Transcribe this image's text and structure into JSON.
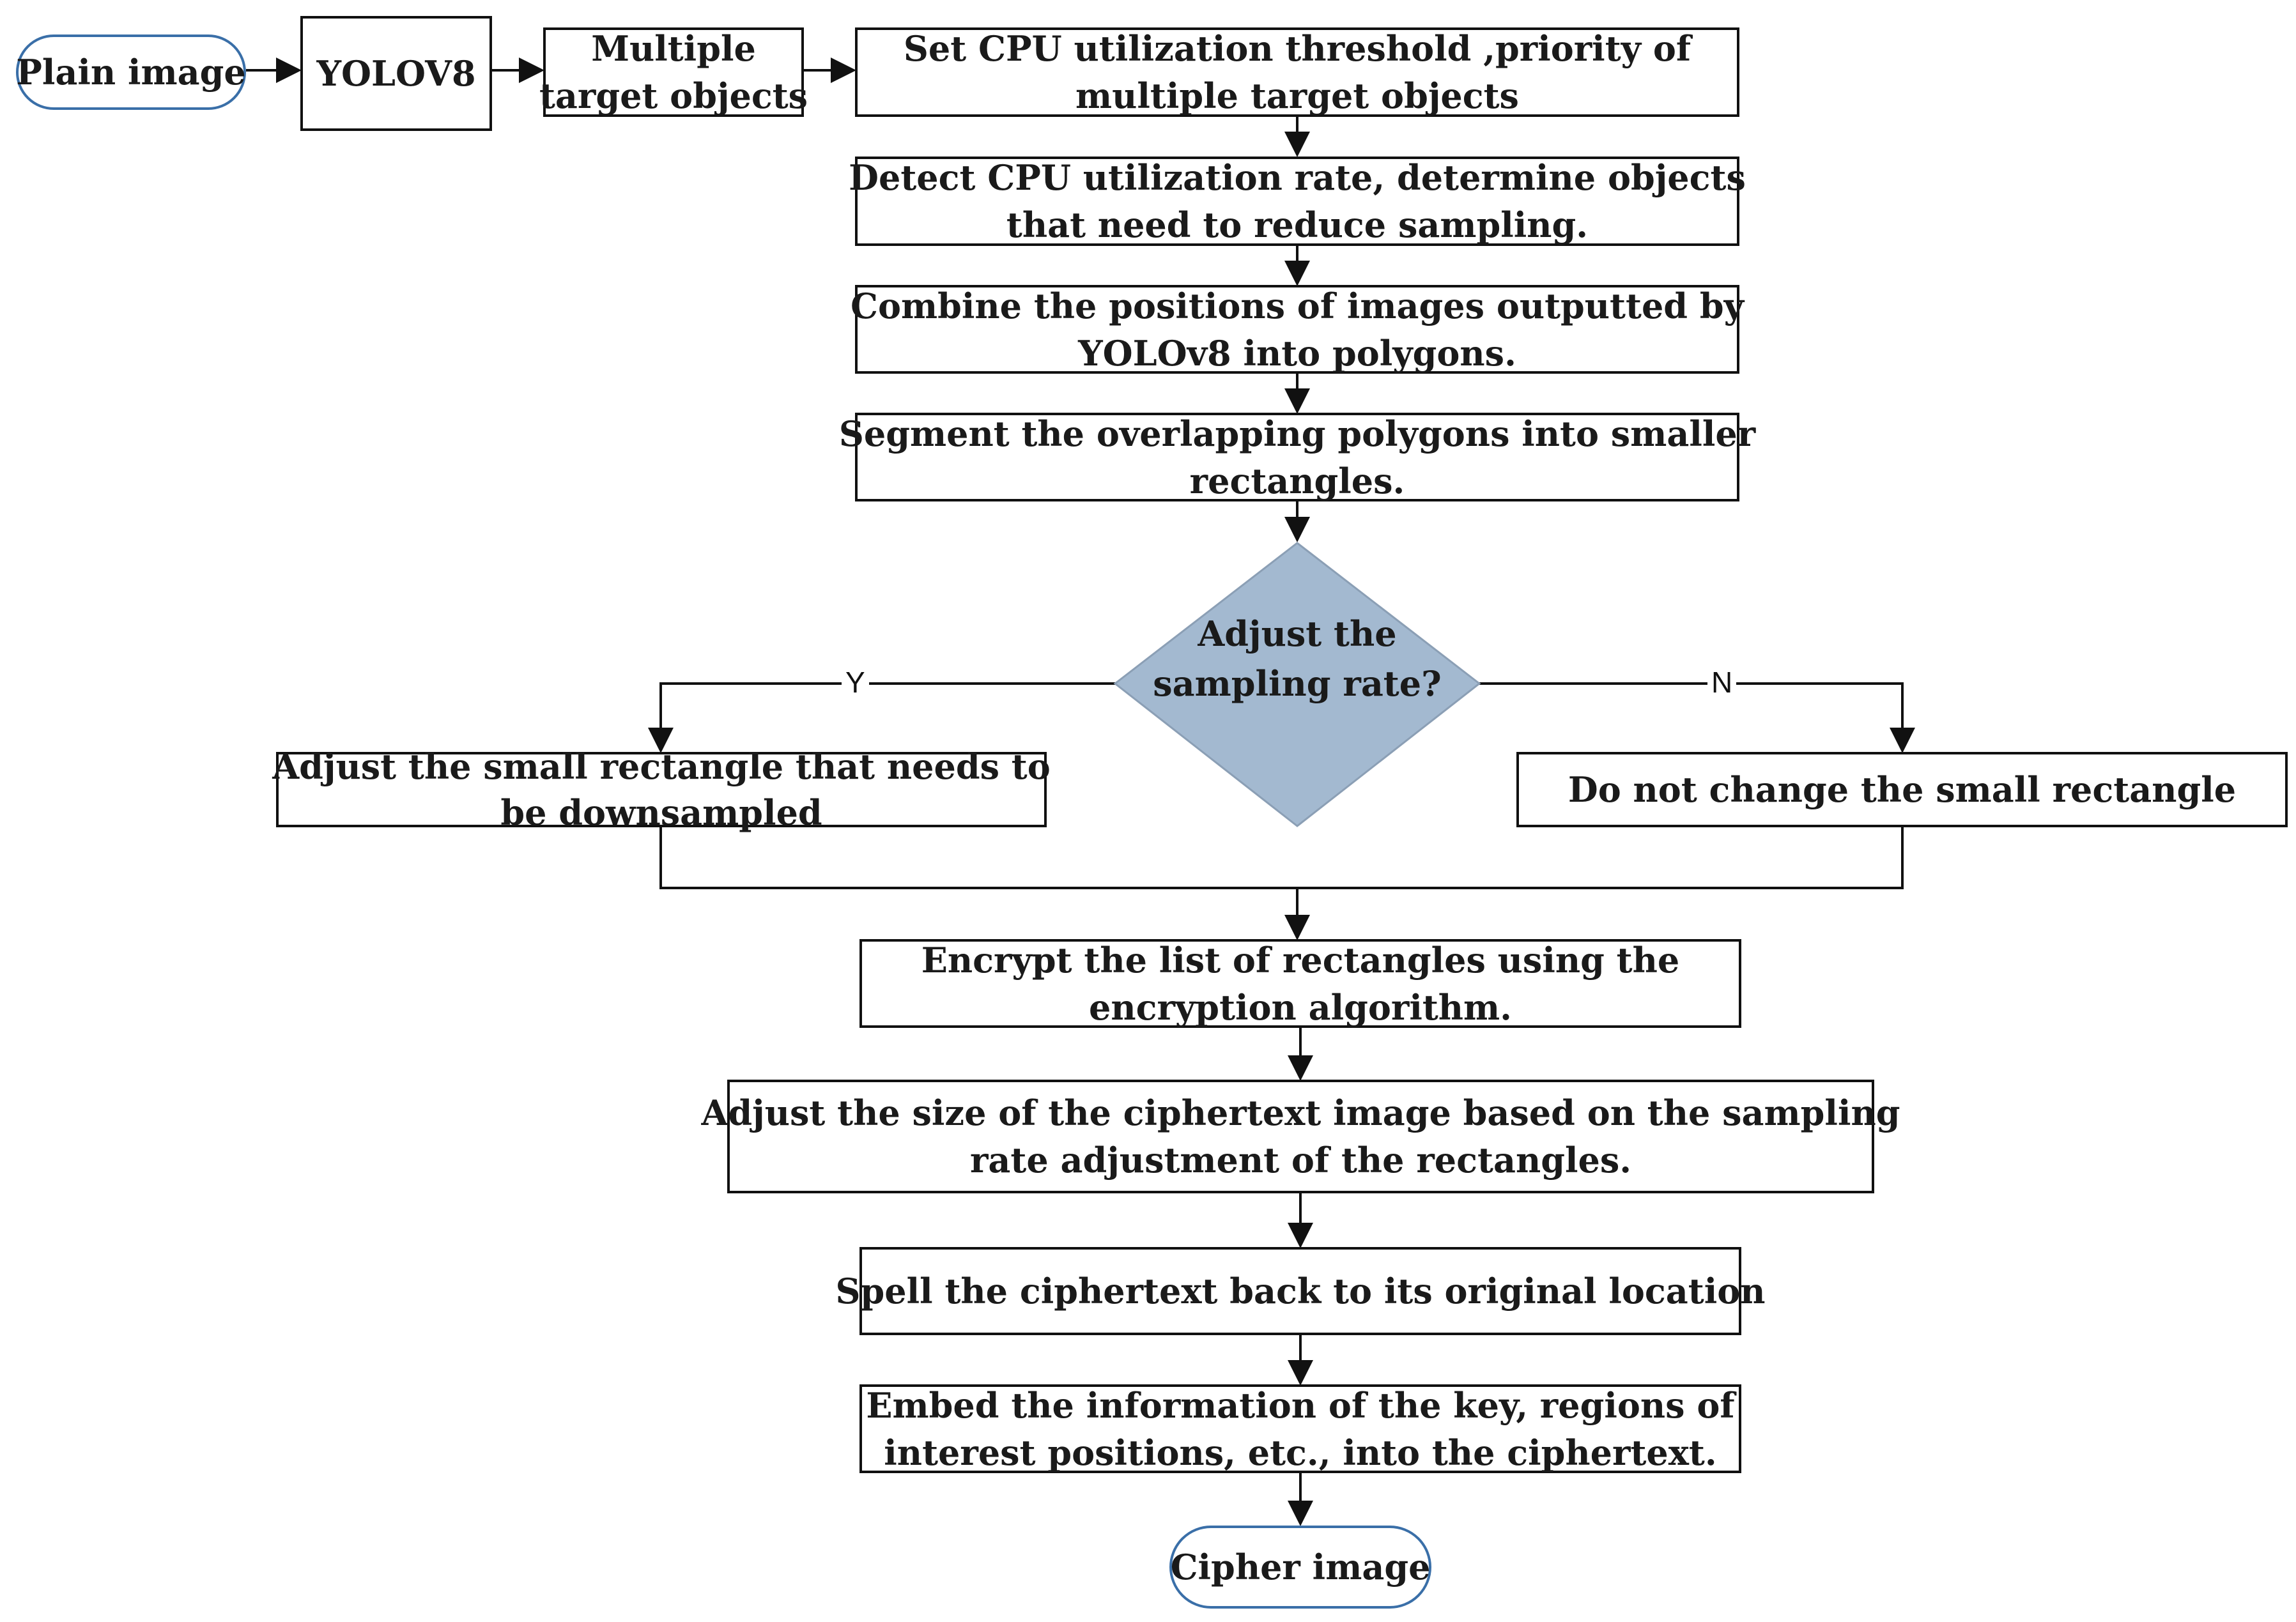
{
  "nodes": {
    "plain_image": "Plain image",
    "yolov8": "YOLOV8",
    "multiple_targets": [
      "Multiple",
      "target objects"
    ],
    "set_threshold": [
      "Set CPU utilization threshold ,priority of",
      "multiple target objects"
    ],
    "detect_cpu": [
      "Detect CPU utilization rate, determine objects",
      "that need to reduce sampling."
    ],
    "combine_positions": [
      "Combine the positions of images outputted by",
      "YOLOv8 into polygons."
    ],
    "segment_polygons": [
      "Segment the overlapping polygons into smaller",
      "rectangles."
    ],
    "decision": [
      "Adjust the",
      "sampling rate?"
    ],
    "adjust_small": [
      "Adjust the small rectangle that needs to",
      "be downsampled"
    ],
    "no_change": "Do not change the small rectangle",
    "encrypt_list": [
      "Encrypt the list of rectangles using the",
      "encryption algorithm."
    ],
    "adjust_size": [
      "Adjust the size of the ciphertext image based on the sampling",
      "rate adjustment of the rectangles."
    ],
    "spell_back": "Spell the ciphertext back to its original location",
    "embed_info": [
      "Embed the information of the key, regions of",
      "interest positions, etc., into the ciphertext."
    ],
    "cipher_image": "Cipher image"
  },
  "branches": {
    "yes": "Y",
    "no": "N"
  },
  "colors": {
    "decision_fill": "#a3b9d0",
    "terminal_border": "#3a6fa8",
    "line": "#111111"
  }
}
